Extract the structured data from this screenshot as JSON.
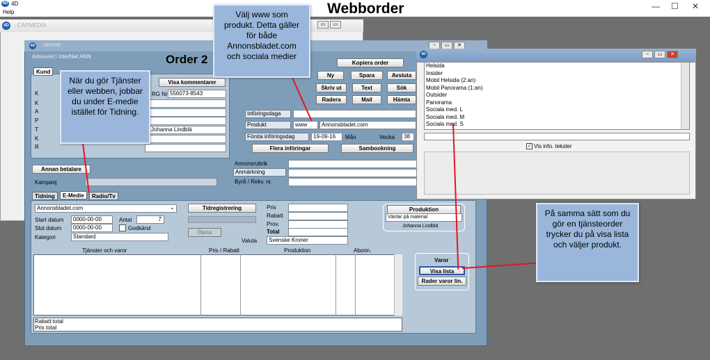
{
  "app": {
    "title": "4D",
    "icon": "4D",
    "menu_help": "Help",
    "page_title": "Webborder",
    "win_min": "—",
    "win_max": "☐",
    "win_close": "✕"
  },
  "capmedia": {
    "title": "· CAPMEDIA ·"
  },
  "order": {
    "window_title": "· ORDRE ·",
    "archived": "Arkiveret i InterNet ANN",
    "heading": "Order 2",
    "tab_kund": "Kund",
    "visa_kommentarer": "Visa kommentarer",
    "org_nr_label": "RG Nr",
    "org_nr_value": "556073-8543",
    "contact_value": "Johanna Lindblä",
    "letters": [
      "K",
      "K",
      "A",
      "P",
      "T",
      "K",
      "R"
    ],
    "e_fragment": "e",
    "buttons": {
      "kopiera_order": "Kopiera order",
      "ny": "Ny",
      "spara": "Spara",
      "avsluta": "Avsluta",
      "skriv_ut": "Skriv ut",
      "text": "Text",
      "sok": "Sök",
      "radera": "Radera",
      "mail": "Mail",
      "hamta": "Hämta",
      "flera_inforingar": "Flera införingar",
      "sambookning": "Sambookning",
      "annan_betalare": "Annan betalare",
      "tidregistrering": "Tidregistrering",
      "opna": "Öpna",
      "produktion": "Produktion",
      "varor": "Varor",
      "visa_lista": "Visa lista",
      "rader_varor": "Rader varor lin."
    },
    "fields": {
      "inforingsdaga": "Införingsdaga",
      "produkt": "Produkt",
      "produkt_www": "www",
      "produkt_value": "Annonsbladet.com",
      "forsta_inforingsdag": "Första införingsdag",
      "forsta_date": "19-09-16",
      "forsta_day": "Mån",
      "vecka_label": "Vecka",
      "vecka_value": "38",
      "annonsrubrik": "Annonsrubrik",
      "anmarkning": "Anmärkning",
      "byra": "Byrå / Rekv. nr.",
      "kampanj": "Kampanj"
    },
    "tabs": [
      "Tidning",
      "E-Medie",
      "Radio/Tv"
    ],
    "emedie": {
      "product_select": "Annonsbladet.com",
      "start_datum_label": "Start datum",
      "start_datum": "0000-00-00",
      "antal_label": "Antal",
      "antal": "7",
      "slut_datum_label": "Slut datum",
      "slut_datum": "0000-00-00",
      "godkand": "Godkänd",
      "kategori_label": "Kategori",
      "kategori": "Standard",
      "pris": "Pris",
      "rabatt": "Rabatt",
      "prov": "Prov.",
      "total": "Total",
      "valuta_label": "Valuta",
      "valuta": "Svenske Kroner",
      "prod_status": "Väntar på material",
      "prod_person": "Johanna Lindblä",
      "col_tjanster": "Tjänster och varor",
      "col_pris": "Pris / Rabatt",
      "col_produktion": "Produktion",
      "col_abonn": "Abonn.",
      "rabatt_total": "Rabatt total",
      "pris_total": "Pris total"
    }
  },
  "product_popup": {
    "items": [
      "Helsida",
      "Insider",
      "Mobil Helsida (2:an)",
      "Mobil Panorama (1:an)",
      "Outsider",
      "Panorama",
      "Sociala med. L",
      "Sociala med. M",
      "Sociala med. S"
    ],
    "vis_info": "Vis info. tekster"
  },
  "callouts": {
    "top": "Välj www som produkt. Detta gäller för både Annonsbladet.com och sociala medier",
    "left": "När du gör Tjänster eller webben, jobbar du under E-medie istället för Tidning.",
    "right": "På samma sätt som du gör en tjänsteorder trycker du på visa lista och väljer produkt."
  },
  "colors": {
    "accent_red": "#e8141b",
    "callout_blue": "#9ab7db",
    "form_bg": "#7e9db9"
  }
}
